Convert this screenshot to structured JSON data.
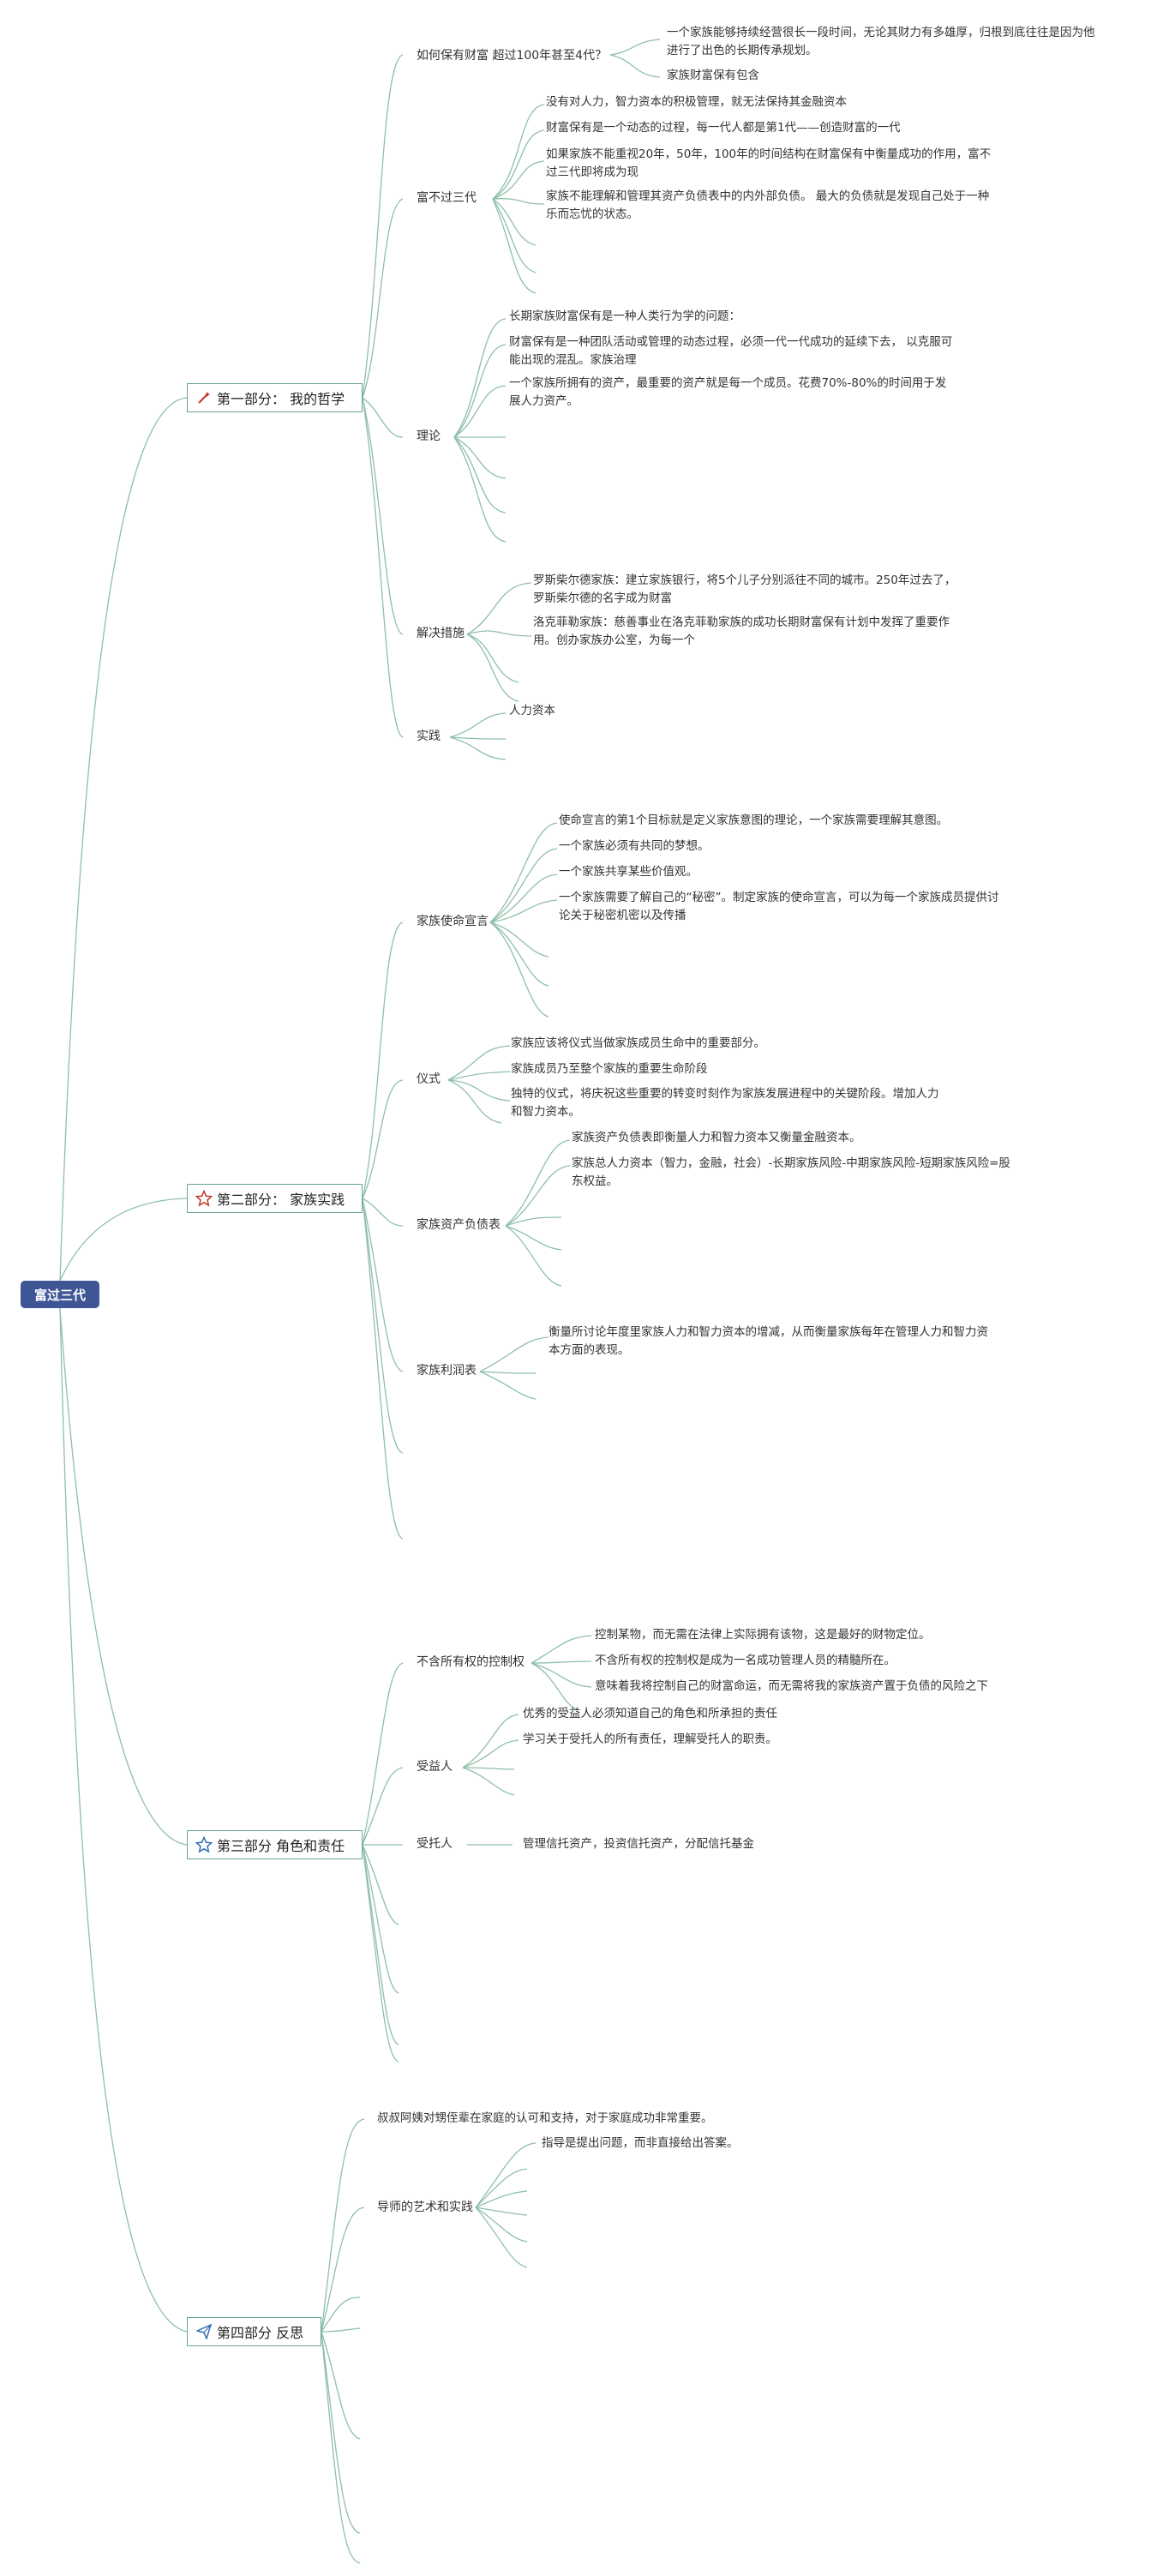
{
  "root": {
    "label": "富过三代"
  },
  "parts": [
    {
      "label": "第一部分： 我的哲学",
      "icon": "magic-wand-icon",
      "sections": [
        {
          "label": "如何保有财富 超过100年甚至4代？",
          "leaves": [
            "一个家族能够持续经营很长一段时间，无论其财力有多雄厚，归根到底往往是因为他进行了出色的长期传承规划。",
            "家族财富保有包含"
          ]
        },
        {
          "label": "富不过三代",
          "leaves": [
            "没有对人力，智力资本的积极管理，就无法保持其金融资本",
            "财富保有是一个动态的过程，每一代人都是第1代——创造财富的一代",
            "如果家族不能重视20年，50年，100年的时间结构在财富保有中衡量成功的作用，富不过三代即将成为现",
            "家族不能理解和管理其资产负债表中的内外部负债。 最大的负债就是发现自己处于一种乐而忘忧的状态。"
          ]
        },
        {
          "label": "理论",
          "leaves": [
            "长期家族财富保有是一种人类行为学的问题：",
            "财富保有是一种团队活动或管理的动态过程，必须一代一代成功的延续下去， 以克服可能出现的混乱。家族治理",
            "一个家族所拥有的资产，最重要的资产就是每一个成员。花费70%-80%的时间用于发展人力资产。"
          ]
        },
        {
          "label": "解决措施",
          "leaves": [
            "罗斯柴尔德家族：建立家族银行，将5个儿子分别派往不同的城市。250年过去了，罗斯柴尔德的名字成为财富",
            "洛克菲勒家族：慈善事业在洛克菲勒家族的成功长期财富保有计划中发挥了重要作用。创办家族办公室，为每一个"
          ]
        },
        {
          "label": "实践",
          "leaves": [
            "人力资本"
          ]
        }
      ]
    },
    {
      "label": "第二部分： 家族实践",
      "icon": "star-outline-icon",
      "sections": [
        {
          "label": "家族使命宣言",
          "leaves": [
            "使命宣言的第1个目标就是定义家族意图的理论，一个家族需要理解其意图。",
            "一个家族必须有共同的梦想。",
            "一个家族共享某些价值观。",
            "一个家族需要了解自己的“秘密”。制定家族的使命宣言，可以为每一个家族成员提供讨论关于秘密机密以及传播"
          ]
        },
        {
          "label": "仪式",
          "leaves": [
            "家族应该将仪式当做家族成员生命中的重要部分。",
            "家族成员乃至整个家族的重要生命阶段",
            "独特的仪式，将庆祝这些重要的转变时刻作为家族发展进程中的关键阶段。增加人力和智力资本。"
          ]
        },
        {
          "label": "家族资产负债表",
          "leaves": [
            "家族资产负债表即衡量人力和智力资本又衡量金融资本。",
            "家族总人力资本（智力，金融，社会）-长期家族风险-中期家族风险-短期家族风险=股东权益。"
          ]
        },
        {
          "label": "家族利润表",
          "leaves": [
            "衡量所讨论年度里家族人力和智力资本的增减，从而衡量家族每年在管理人力和智力资本方面的表现。"
          ]
        }
      ]
    },
    {
      "label": "第三部分 角色和责任",
      "icon": "star-outline-icon",
      "sections": [
        {
          "label": "不含所有权的控制权",
          "leaves": [
            "控制某物，而无需在法律上实际拥有该物，这是最好的财物定位。",
            "不含所有权的控制权是成为一名成功管理人员的精髓所在。",
            "意味着我将控制自己的财富命运，而无需将我的家族资产置于负债的风险之下"
          ]
        },
        {
          "label": "受益人",
          "leaves": [
            "优秀的受益人必须知道自己的角色和所承担的责任",
            "学习关于受托人的所有责任，理解受托人的职责。"
          ]
        },
        {
          "label": "受托人",
          "leaves": [
            "管理信托资产，投资信托资产，分配信托基金"
          ]
        }
      ]
    },
    {
      "label": "第四部分 反思",
      "icon": "paper-plane-icon",
      "sections": [
        {
          "label": "叔叔阿姨对甥侄辈在家庭的认可和支持，对于家庭成功非常重要。",
          "leaves": []
        },
        {
          "label": "导师的艺术和实践",
          "leaves": [
            "指导是提出问题，而非直接给出答案。"
          ]
        }
      ]
    }
  ]
}
